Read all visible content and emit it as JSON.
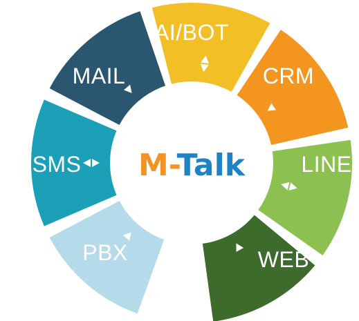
{
  "center": {
    "brand_part1": "M-",
    "brand_part2": "Talk",
    "color_part1": "#f29323",
    "color_part2": "#1e83c4"
  },
  "segments": [
    {
      "key": "pbx",
      "label": "PBX",
      "color": "#b5dbea",
      "icon": "arrow-icon"
    },
    {
      "key": "sms",
      "label": "SMS",
      "color": "#1ba0b8",
      "icon": "double-arrow-icon"
    },
    {
      "key": "mail",
      "label": "MAIL",
      "color": "#2a5670",
      "icon": "arrow-icon"
    },
    {
      "key": "ai_bot",
      "label": "AI/BOT",
      "color": "#f3bf27",
      "icon": "double-arrow-icon"
    },
    {
      "key": "crm",
      "label": "CRM",
      "color": "#f4951f",
      "icon": "arrow-icon"
    },
    {
      "key": "line",
      "label": "LINE",
      "color": "#8cc152",
      "icon": "double-arrow-icon"
    },
    {
      "key": "web",
      "label": "WEB",
      "color": "#3d6b2c",
      "icon": "arrow-icon"
    }
  ]
}
